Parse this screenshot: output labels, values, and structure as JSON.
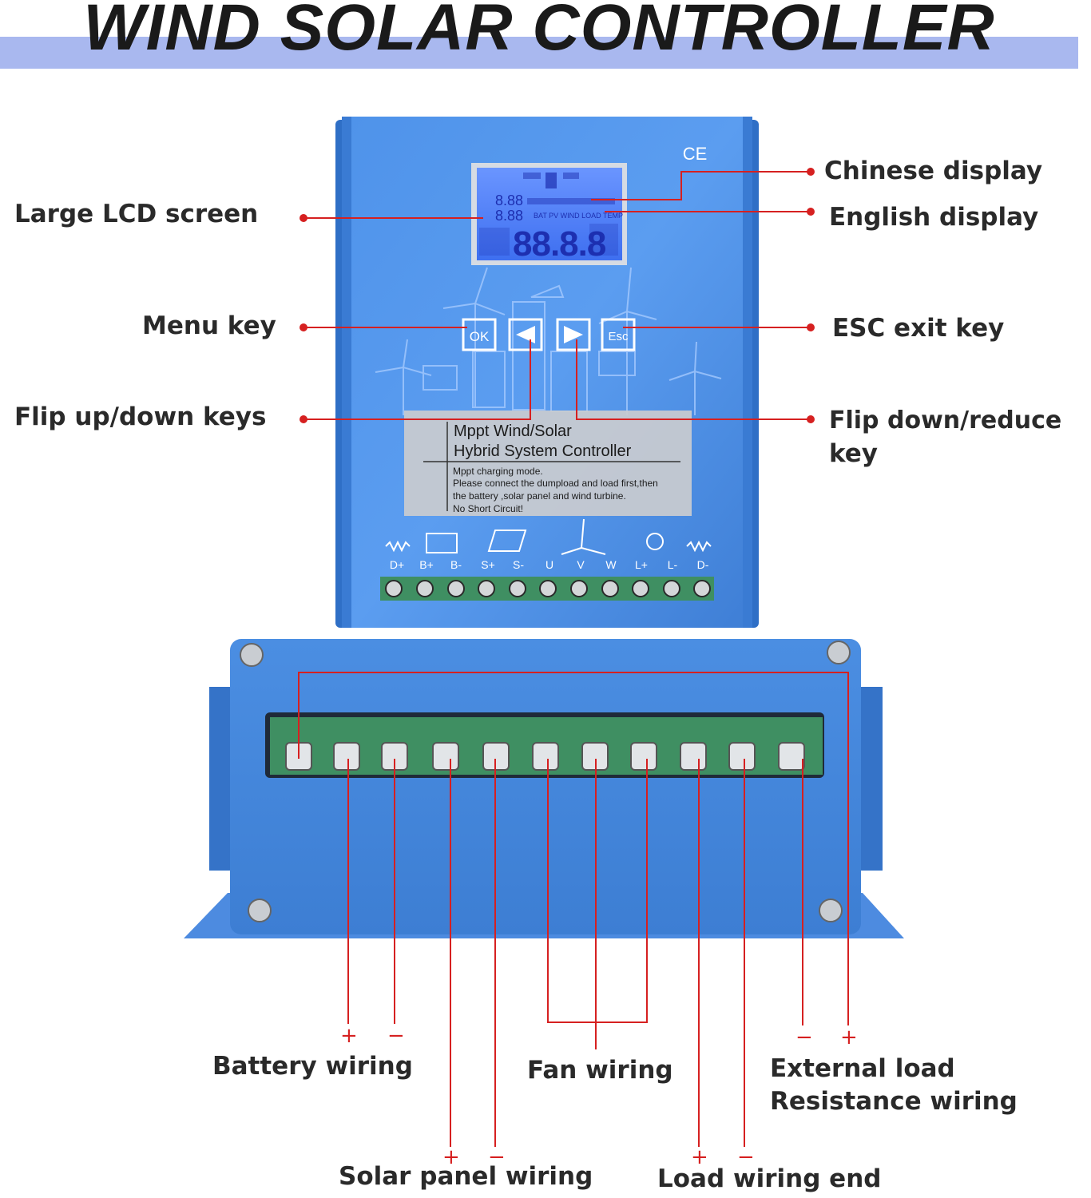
{
  "title": "WIND SOLAR CONTROLLER",
  "colors": {
    "accent_line": "#d62020",
    "panel_blue": "#4a8be0",
    "lcd_blue": "#3e6ff0",
    "terminal_green": "#3f8f62",
    "title_band": "#a9b8ef"
  },
  "device": {
    "ce_mark": "CE",
    "lcd": {
      "digits_small_1": "8.88",
      "digits_small_2": "8.88",
      "digits_big": "88.8.8",
      "english_row": "BAT PV WIND LOAD TEMP"
    },
    "keys": {
      "ok": "OK",
      "esc": "Esc"
    },
    "sticker": {
      "title_line1": "Mppt Wind/Solar",
      "title_line2": "Hybrid System Controller",
      "note1": "Mppt charging mode.",
      "note2": "Please connect the dumpload and load first,then",
      "note3": "the battery ,solar panel and wind turbine.",
      "note4": "No Short Circuit!"
    },
    "terminals": [
      "D+",
      "B+",
      "B-",
      "S+",
      "S-",
      "U",
      "V",
      "W",
      "L+",
      "L-",
      "D-"
    ]
  },
  "callouts": {
    "large_lcd_screen": "Large LCD screen",
    "menu_key": "Menu key",
    "flip_up_down_keys": "Flip up/down keys",
    "chinese_display": "Chinese display",
    "english_display": "English display",
    "esc_exit_key": "ESC exit key",
    "flip_down_reduce_line1": "Flip down/reduce",
    "flip_down_reduce_line2": "key"
  },
  "wiring": {
    "battery": "Battery wiring",
    "fan": "Fan wiring",
    "external_load_line1": "External load",
    "external_load_line2": "Resistance wiring",
    "solar_panel": "Solar panel wiring",
    "load_end": "Load wiring end",
    "plus": "+",
    "minus": "−"
  }
}
